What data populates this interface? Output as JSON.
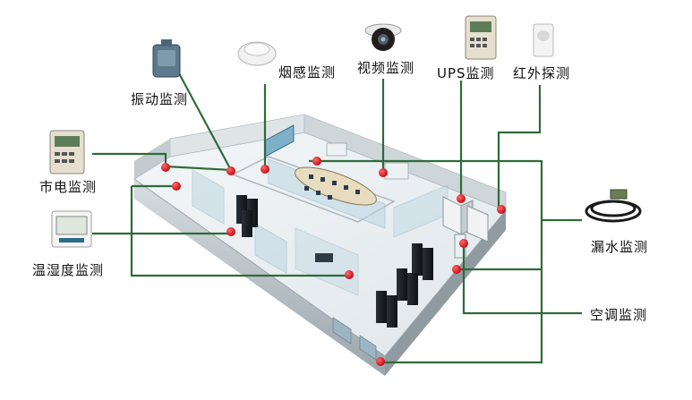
{
  "labels": {
    "vibration": "振动监测",
    "smoke": "烟感监测",
    "video": "视频监测",
    "ups": "UPS监测",
    "infrared": "红外探测",
    "mains": "市电监测",
    "temp_humidity": "温湿度监测",
    "water_leak": "漏水监测",
    "aircon": "空调监测"
  },
  "colors": {
    "connector": "#2e6b3a",
    "sensor_dot": "#e0161e",
    "floor": "#e9eef1",
    "wall": "#c9d1d6",
    "glass": "#bcd6e2"
  },
  "icons": {
    "vibration": "vibration-sensor-icon",
    "smoke": "smoke-detector-icon",
    "video": "dome-camera-icon",
    "ups": "ups-monitor-icon",
    "infrared": "infrared-detector-icon",
    "mains": "power-meter-icon",
    "temp_humidity": "thermo-hygrometer-icon",
    "water_leak": "leak-cable-icon"
  }
}
